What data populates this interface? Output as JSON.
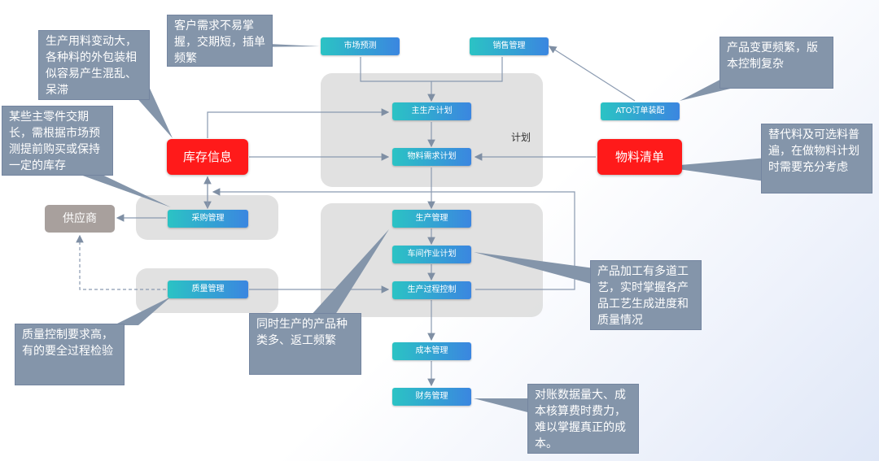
{
  "processes": {
    "market_forecast": "市场预测",
    "sales_management": "销售管理",
    "master_plan": "主生产计划",
    "mrp": "物料需求计划",
    "ato": "ATO订单装配",
    "purchasing": "采购管理",
    "production_management": "生产管理",
    "workshop_plan": "车间作业计划",
    "process_control": "生产过程控制",
    "quality_management": "质量管理",
    "cost_management": "成本管理",
    "finance_management": "财务管理"
  },
  "highlights": {
    "inventory": "库存信息",
    "bom": "物料清单"
  },
  "supplier": "供应商",
  "plan_label": "计划",
  "notes": {
    "customer_demand": "客户需求不易掌握，交期短，插单频繁",
    "materials_change": "生产用料变动大，各种料的外包装相似容易产生混乱、呆滞",
    "main_parts": "某些主零件交期长，需根据市场预测提前购买或保持一定的库存",
    "product_change": "产品变更频繁，版本控制复杂",
    "substitutes": "替代料及可选料普遍，在做物料计划时需要充分考虑",
    "craft": "产品加工有多道工艺，实时掌握各产品工艺生成进度和质量情况",
    "rework": "同时生产的产品种类多、返工频繁",
    "quality": "质量控制要求高，有的要全过程检验",
    "accounting": "对账数据量大、成本核算费时费力，难以掌握真正的成本。"
  },
  "colors": {
    "process_gradient_start": "#2bc3c4",
    "process_gradient_end": "#3b86e0",
    "highlight": "#ff1a1a",
    "note": "#8495aa",
    "supplier": "#a8a09d",
    "region": "#dcdcdc"
  }
}
